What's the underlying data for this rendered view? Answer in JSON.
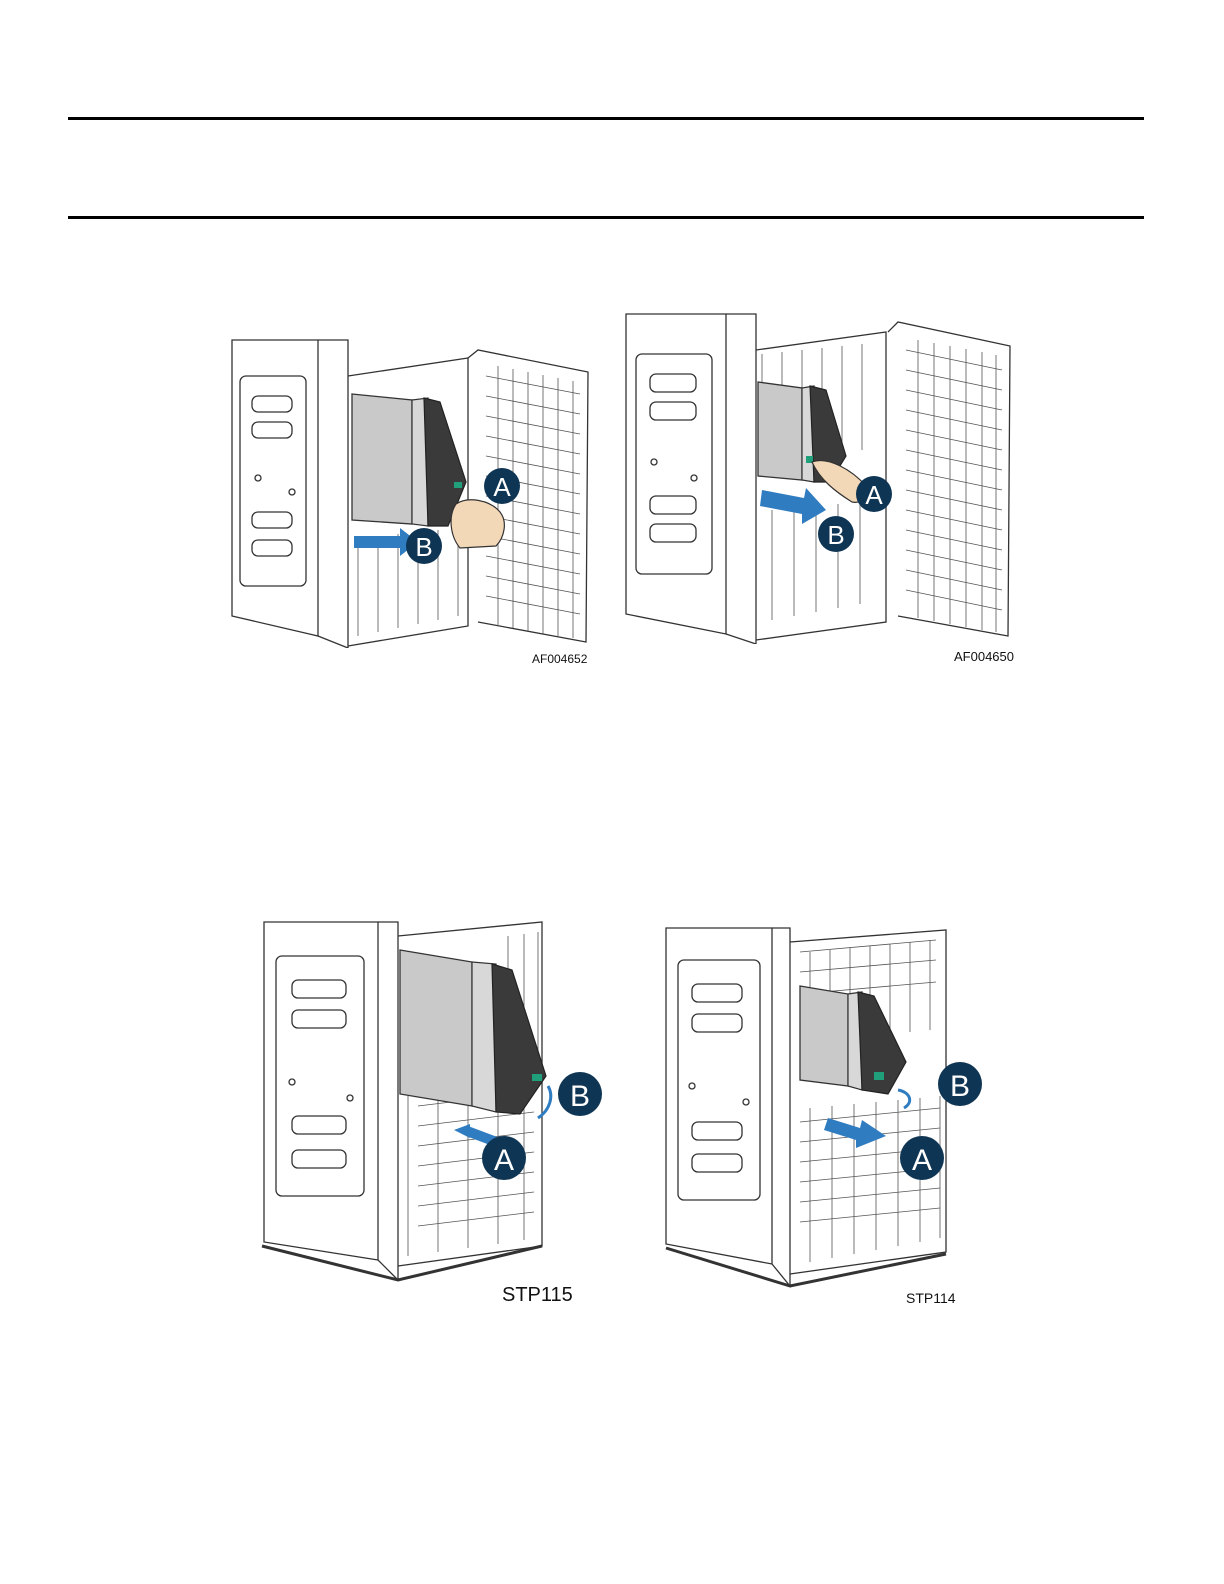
{
  "figures": [
    {
      "id": "fig-1",
      "code": "AF004652",
      "callouts": [
        "A",
        "B"
      ]
    },
    {
      "id": "fig-2",
      "code": "AF004650",
      "callouts": [
        "A",
        "B"
      ]
    },
    {
      "id": "fig-3",
      "code": "STP115",
      "callouts": [
        "A",
        "B"
      ]
    },
    {
      "id": "fig-4",
      "code": "STP114",
      "callouts": [
        "A",
        "B"
      ]
    }
  ],
  "colors": {
    "callout_fill": "#0f3554",
    "arrow_blue": "#2f7cc0",
    "latch_green": "#1fa07a",
    "line": "#333333",
    "drive_gray": "#c9c9c9",
    "handle_dark": "#3a3a3a",
    "skin": "#f3d8b8"
  },
  "icons": [
    "hand-icon",
    "push-arrow-icon",
    "rotate-arrow-icon",
    "callout-circle-icon"
  ]
}
